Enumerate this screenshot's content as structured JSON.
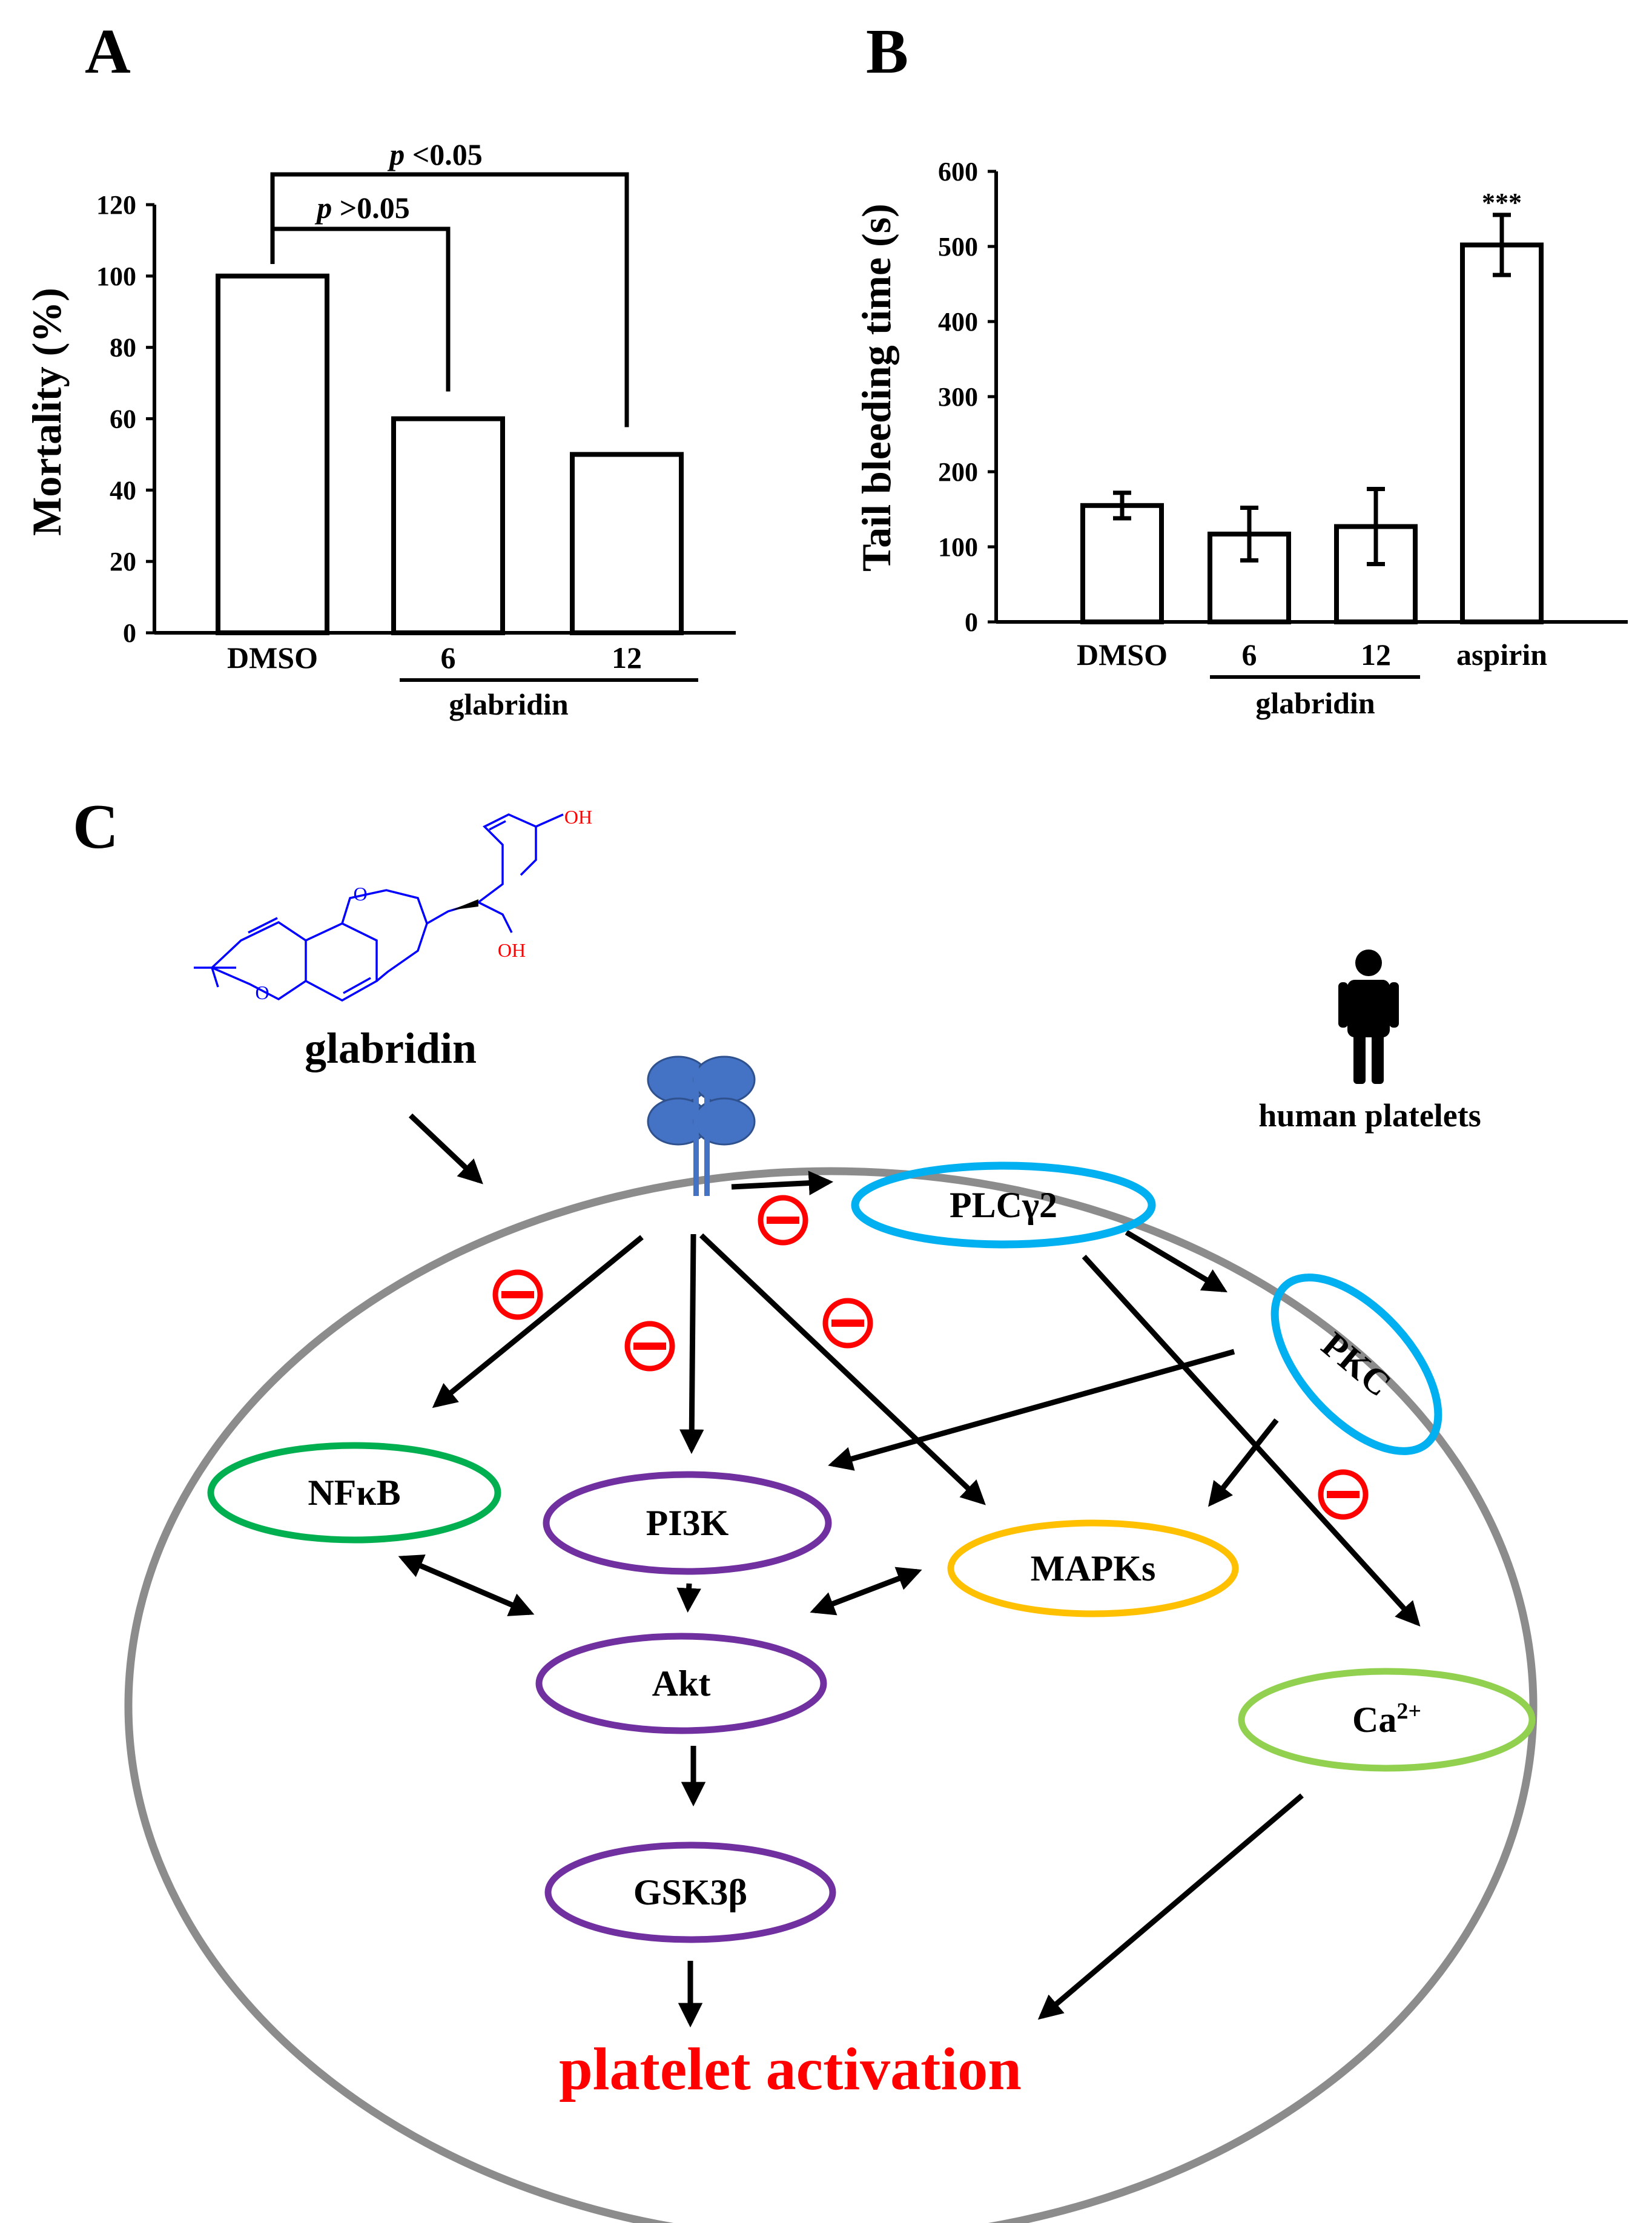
{
  "panels": {
    "a": "A",
    "b": "B",
    "c": "C"
  },
  "chart_data": [
    {
      "type": "bar",
      "panel": "A",
      "ylabel": "Mortality (%)",
      "xlabel": "",
      "ylim": [
        0,
        120
      ],
      "yticks": [
        0,
        20,
        40,
        60,
        80,
        100,
        120
      ],
      "categories": [
        "DMSO",
        "6",
        "12"
      ],
      "values": [
        100,
        60,
        50
      ],
      "group_label": "glabridin",
      "group_covers": [
        "6",
        "12"
      ],
      "annotations": [
        {
          "text_prefix": "p",
          "text": " >0.05",
          "from": "DMSO",
          "to": "6"
        },
        {
          "text_prefix": "p",
          "text": " <0.05",
          "from": "DMSO",
          "to": "12"
        }
      ]
    },
    {
      "type": "bar",
      "panel": "B",
      "ylabel": "Tail bleeding time (s)",
      "xlabel": "",
      "ylim": [
        0,
        600
      ],
      "yticks": [
        0,
        100,
        200,
        300,
        400,
        500,
        600
      ],
      "categories": [
        "DMSO",
        "6",
        "12",
        "aspirin"
      ],
      "values": [
        155,
        117,
        127,
        502
      ],
      "errors": [
        17,
        35,
        50,
        40
      ],
      "significance": [
        "",
        "",
        "",
        "***"
      ],
      "group_label": "glabridin",
      "group_covers": [
        "6",
        "12"
      ]
    }
  ],
  "diagram": {
    "compound": "glabridin",
    "oh_labels": [
      "OH",
      "OH"
    ],
    "ring_o_labels": [
      "O",
      "O"
    ],
    "legend": "human platelets",
    "nodes": {
      "plc": "PLCγ2",
      "pkc": "PKC",
      "nfkb": "NFκB",
      "pi3k": "PI3K",
      "mapks": "MAPKs",
      "akt": "Akt",
      "gsk": "GSK3β",
      "ca_base": "Ca",
      "ca_sup": "2+"
    },
    "outcome": "platelet activation",
    "colors": {
      "membrane": "#8c8c8c",
      "receptor": "#4472c4",
      "plc_pkc": "#00b0f0",
      "nfkb": "#00b050",
      "pi3k_akt_gsk": "#7030a0",
      "mapks": "#ffc000",
      "calcium": "#92d050",
      "inhibit": "#ff0000",
      "outcome": "#ff0000",
      "compound": "#0000ff"
    }
  }
}
